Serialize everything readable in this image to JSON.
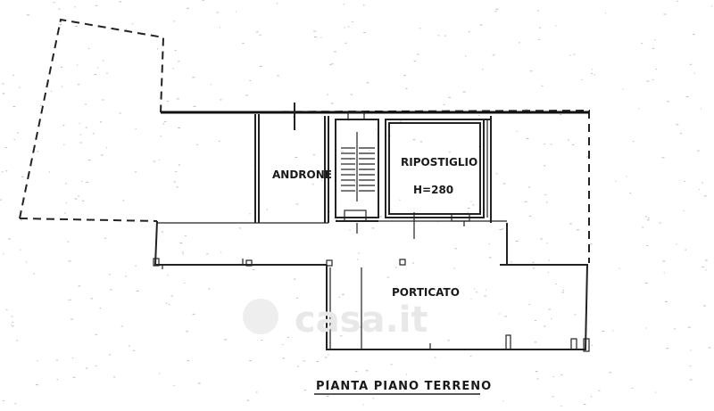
{
  "plan": {
    "rooms": {
      "androne": "ANDRONE",
      "ripostiglio": "RIPOSTIGLIO",
      "ripostiglio_height": "H=280",
      "porticato": "PORTICATO"
    },
    "title": "PIANTA PIANO TERRENO",
    "watermark": "casa.it"
  },
  "colors": {
    "ink": "#222222",
    "paper": "#ffffff",
    "watermark": "#e8e8e8"
  }
}
